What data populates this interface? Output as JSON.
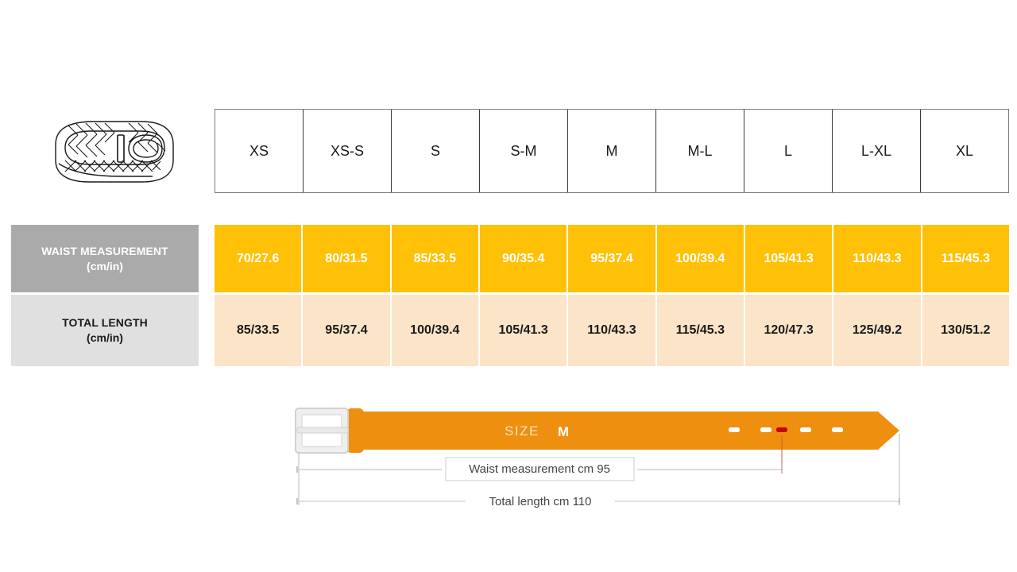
{
  "product_icon": {
    "name": "woven-belt-illustration"
  },
  "size_table": {
    "headers": [
      "XS",
      "XS-S",
      "S",
      "S-M",
      "M",
      "M-L",
      "L",
      "L-XL",
      "XL"
    ],
    "rows": [
      {
        "key": "waist",
        "label_main": "WAIST MEASUREMENT",
        "label_sub": "(cm/in)",
        "values": [
          "70/27.6",
          "80/31.5",
          "85/33.5",
          "90/35.4",
          "95/37.4",
          "100/39.4",
          "105/41.3",
          "110/43.3",
          "115/45.3"
        ]
      },
      {
        "key": "length",
        "label_main": "TOTAL LENGTH",
        "label_sub": "(cm/in)",
        "values": [
          "85/33.5",
          "95/37.4",
          "100/39.4",
          "105/41.3",
          "110/43.3",
          "115/45.3",
          "120/47.3",
          "125/49.2",
          "130/51.2"
        ]
      }
    ]
  },
  "belt_diagram": {
    "size_label": "SIZE",
    "size_value": "M",
    "waist_callout": "Waist measurement cm 95",
    "length_callout": "Total length cm 110",
    "holes_total": 5,
    "hole_selected_index": 3,
    "belt_color": "#ef8f10",
    "buckle_color": "#e3e3e3",
    "selected_hole_color": "#cc0000"
  },
  "colors": {
    "waist_row_fill": "#ffc107",
    "length_row_fill": "#fce4c8",
    "waist_label_fill": "#aaaaaa",
    "length_label_fill": "#e0e0e0",
    "header_border": "#3a3a3a",
    "background": "#ffffff"
  }
}
